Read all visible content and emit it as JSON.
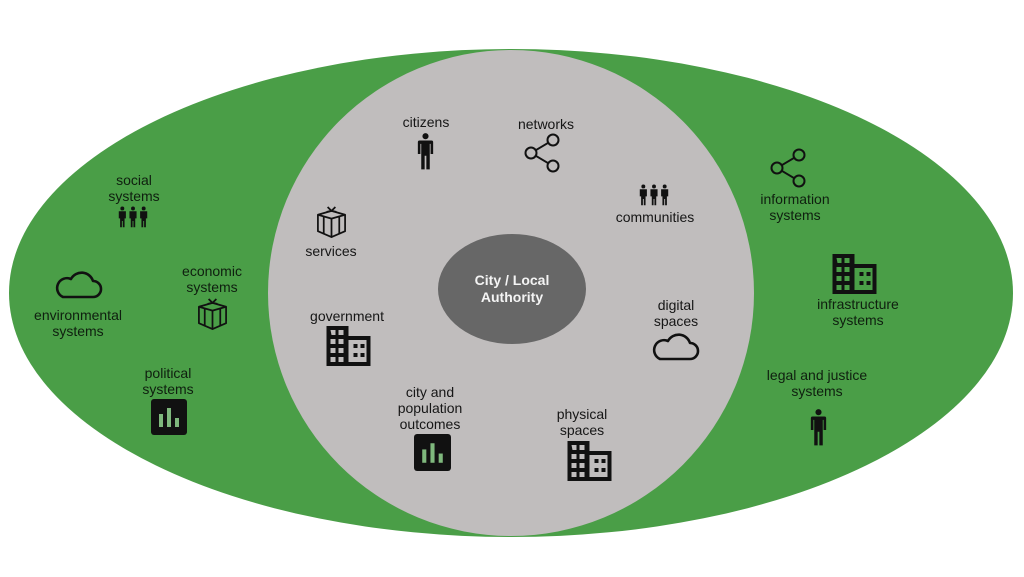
{
  "diagram": {
    "type": "concentric-ellipse-context-diagram",
    "colors": {
      "background": "#ffffff",
      "outer_ring": "#4a9e47",
      "inner_circle": "#c0bdbd",
      "core": "#676767",
      "icon": "#111111",
      "core_text": "#f4f4f4"
    },
    "core": {
      "label": "City / Local\nAuthority"
    },
    "inner_ring": {
      "items": [
        {
          "label": "citizens",
          "icon": "person-icon"
        },
        {
          "label": "networks",
          "icon": "share-network-icon"
        },
        {
          "label": "communities",
          "icon": "group-icon"
        },
        {
          "label": "services",
          "icon": "gift-box-icon"
        },
        {
          "label": "government",
          "icon": "building-icon"
        },
        {
          "label": "digital\nspaces",
          "icon": "cloud-icon"
        },
        {
          "label": "city and\npopulation\noutcomes",
          "icon": "bar-chart-icon"
        },
        {
          "label": "physical\nspaces",
          "icon": "building-icon"
        }
      ]
    },
    "outer_ring": {
      "items": [
        {
          "label": "social\nsystems",
          "icon": "group-icon"
        },
        {
          "label": "economic\nsystems",
          "icon": "gift-box-icon"
        },
        {
          "label": "environmental\nsystems",
          "icon": "cloud-icon"
        },
        {
          "label": "political\nsystems",
          "icon": "bar-chart-icon"
        },
        {
          "label": "information\nsystems",
          "icon": "share-network-icon"
        },
        {
          "label": "infrastructure\nsystems",
          "icon": "building-icon"
        },
        {
          "label": "legal and justice\nsystems",
          "icon": "person-icon"
        }
      ]
    }
  }
}
